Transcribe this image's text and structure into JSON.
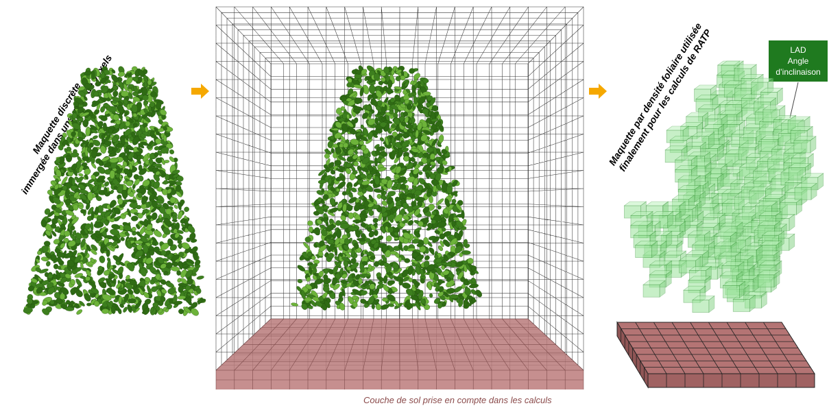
{
  "labels": {
    "left_line1": "Maquette discrète",
    "left_line2": "immergée dans une grille de voxels",
    "right_line1": "Maquette par densité foliaire utilisée",
    "right_line2": "finalement pour les calculs de RATP",
    "lad_line1": "LAD",
    "lad_line2": "Angle",
    "lad_line3": "d’inclinaison",
    "soil_caption": "Couche de sol prise en compte dans les calculs"
  },
  "colors": {
    "foliage": "#3d7f1e",
    "foliage_light": "#6db33a",
    "voxel_fill": "#9be39b",
    "voxel_stroke": "#3f9a3f",
    "soil": "#b87a7a",
    "soil_dark": "#8a4f4f",
    "arrow": "#f5a800",
    "lad_box": "#1f7a1f"
  },
  "icons": [
    "arrow-right-icon",
    "arrow-right-icon"
  ]
}
